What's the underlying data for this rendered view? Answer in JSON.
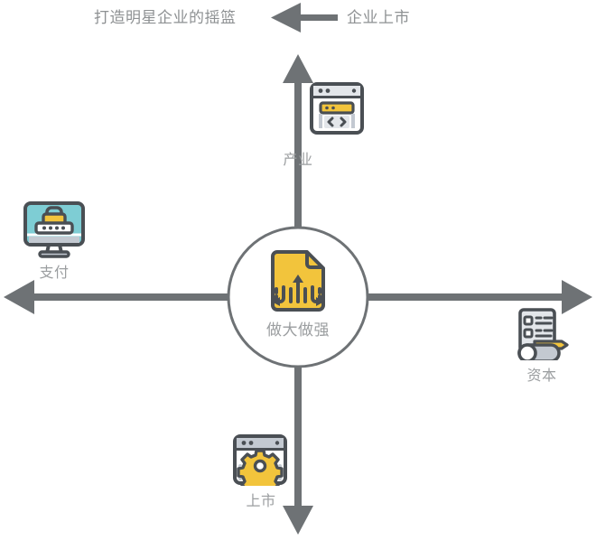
{
  "header": {
    "left_text": "打造明星企业的摇篮",
    "right_text": "企业上市",
    "arrow_direction": "left"
  },
  "center": {
    "label": "做大做强",
    "icon": "document-growth-arrows-icon",
    "circle_color": "#6e7275",
    "icon_color": "#f2c43c"
  },
  "nodes": [
    {
      "position": "top",
      "label": "产业",
      "icon": "browser-code-icon",
      "arrow": "up"
    },
    {
      "position": "left",
      "label": "支付",
      "icon": "monitor-password-lock-icon",
      "arrow": "left"
    },
    {
      "position": "right",
      "label": "资本",
      "icon": "clipboard-pencil-icon",
      "arrow": "right"
    },
    {
      "position": "bottom",
      "label": "上市",
      "icon": "browser-gear-icon",
      "arrow": "down"
    }
  ],
  "colors": {
    "arrow_gray": "#6e7275",
    "label_gray": "#9b9ea0",
    "accent_yellow": "#f2c43c",
    "accent_teal": "#7ecdd4",
    "outline_dark": "#4a4f54",
    "light_gray": "#c3c9d1",
    "pale_gray": "#e3e6ea"
  }
}
